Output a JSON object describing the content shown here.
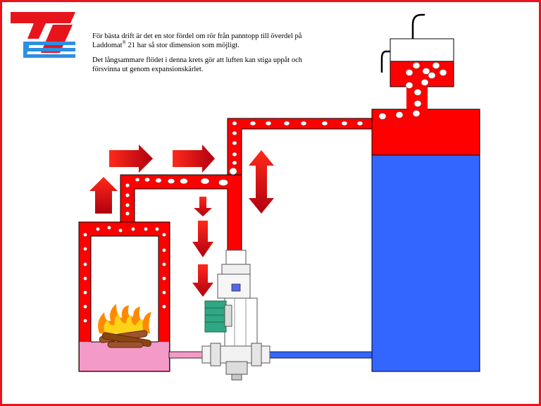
{
  "description": {
    "line1_before": "För bästa drift är det en stor fördel om  rör från panntopp till överdel på Laddomat",
    "registered_mark": "®",
    "line1_after": " 21 har så stor dimension som möjligt.",
    "line2": "Det långsammare flödet i denna krets gör att luften kan stiga uppåt och försvinna ut genom expansionskärlet."
  },
  "colors": {
    "hot": "#ff0000",
    "dark_red": "#c8000a",
    "cold": "#3366ff",
    "pink": "#f49ac8",
    "pump": "#2fa784",
    "frame": "#e8141c",
    "logo_red": "#e8141c",
    "logo_blue": "#2e8fe0"
  }
}
